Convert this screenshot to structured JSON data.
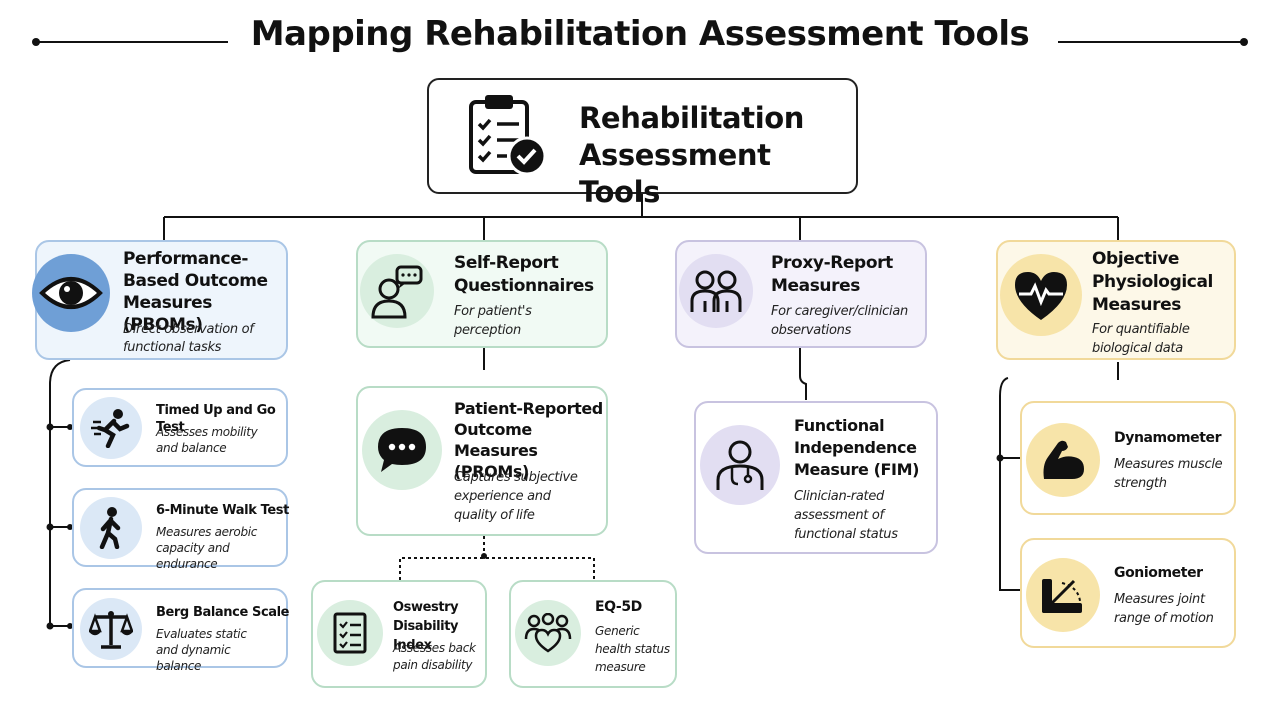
{
  "title": "Mapping Rehabilitation Assessment Tools",
  "root": {
    "title": "Rehabilitation Assessment Tools",
    "icon": "clipboard-check-icon"
  },
  "categories": {
    "pbom": {
      "title": "Performance-Based Outcome Measures (PBOMs)",
      "desc": "Direct observation of functional tasks",
      "icon": "eye-icon"
    },
    "self_report": {
      "title": "Self-Report Questionnaires",
      "desc": "For patient's perception",
      "icon": "person-speech-icon"
    },
    "proxy": {
      "title": "Proxy-Report Measures",
      "desc": "For caregiver/clinician observations",
      "icon": "two-people-icon"
    },
    "objective": {
      "title": "Objective Physiological Measures",
      "desc": "For quantifiable biological data",
      "icon": "heart-pulse-icon"
    }
  },
  "pbom_items": [
    {
      "title": "Timed Up and Go Test",
      "desc": "Assesses mobility and balance",
      "icon": "running-person-icon"
    },
    {
      "title": "6-Minute Walk Test",
      "desc": "Measures aerobic capacity and endurance",
      "icon": "walking-person-icon"
    },
    {
      "title": "Berg Balance Scale",
      "desc": "Evaluates static and dynamic balance",
      "icon": "scales-icon"
    }
  ],
  "proms": {
    "title": "Patient-Reported Outcome Measures (PROMs)",
    "desc": "Captures subjective experience and quality of life",
    "icon": "chat-bubble-icon"
  },
  "prom_items": [
    {
      "title": "Oswestry Disability Index",
      "desc": "Assesses back pain disability",
      "icon": "checklist-icon"
    },
    {
      "title": "EQ-5D",
      "desc": "Generic health status measure",
      "icon": "group-heart-icon"
    }
  ],
  "fim": {
    "title": "Functional Independence Measure (FIM)",
    "desc": "Clinician-rated assessment of functional status",
    "icon": "doctor-icon"
  },
  "objective_items": [
    {
      "title": "Dynamometer",
      "desc": "Measures muscle strength",
      "icon": "flexed-arm-icon"
    },
    {
      "title": "Goniometer",
      "desc": "Measures joint range of motion",
      "icon": "goniometer-icon"
    }
  ]
}
